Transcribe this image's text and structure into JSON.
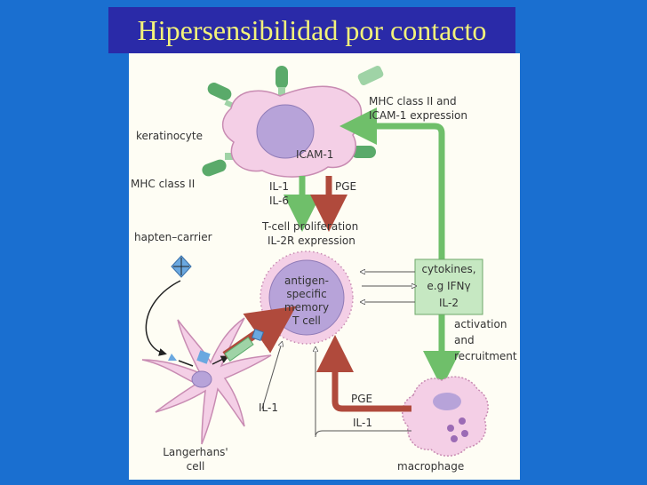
{
  "title": "Hipersensibilidad por contacto",
  "labels": {
    "keratinocyte": "keratinocyte",
    "mhc_class_ii": "MHC class II",
    "hapten_carrier": "hapten–carrier",
    "icam1": "ICAM-1",
    "il1": "IL-1",
    "il6": "IL-6",
    "pge_top": "PGE",
    "tcell_proliferation": "T-cell proliferation",
    "il2r_expression": "IL-2R expression",
    "mhc_icam_line1": "MHC class II and",
    "mhc_icam_line2": "ICAM-1 expression",
    "memory_tcell": [
      "antigen-",
      "specific",
      "memory",
      "T cell"
    ],
    "cytokines": [
      "cytokines,",
      "e.g IFNγ",
      "IL-2"
    ],
    "activation": [
      "activation",
      "and",
      "recruitment"
    ],
    "pge_bottom": "PGE",
    "il1_bottom": "IL-1",
    "il1_left": "IL-1",
    "langerhans": [
      "Langerhans'",
      "cell"
    ],
    "macrophage": "macrophage"
  },
  "colors": {
    "background": "#1a6fd0",
    "title_bar": "#2a2aa8",
    "title_text": "#f2f27a",
    "cell_fill": "#f4cfe6",
    "nucleus": "#b7a3d9",
    "green_arrow": "#6fbf6a",
    "red_arrow": "#b04a3c",
    "cytokine_box": "#c6e8c2"
  }
}
